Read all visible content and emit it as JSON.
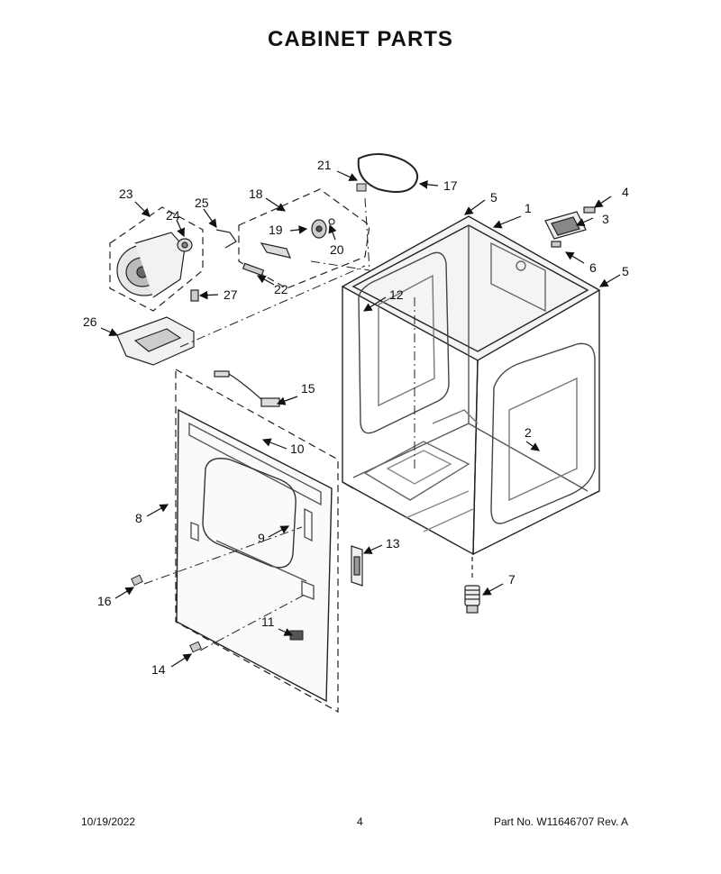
{
  "title": "CABINET PARTS",
  "footer": {
    "date": "10/19/2022",
    "page": "4",
    "part": "Part No.  W11646707  Rev.  A"
  },
  "callouts": {
    "c1": "1",
    "c2": "2",
    "c3": "3",
    "c4": "4",
    "c5a": "5",
    "c5b": "5",
    "c6": "6",
    "c7": "7",
    "c8": "8",
    "c9": "9",
    "c10": "10",
    "c11": "11",
    "c12": "12",
    "c13": "13",
    "c14": "14",
    "c15": "15",
    "c16": "16",
    "c17": "17",
    "c18": "18",
    "c19": "19",
    "c20": "20",
    "c21": "21",
    "c22": "22",
    "c23": "23",
    "c24": "24",
    "c25": "25",
    "c26": "26",
    "c27": "27"
  }
}
